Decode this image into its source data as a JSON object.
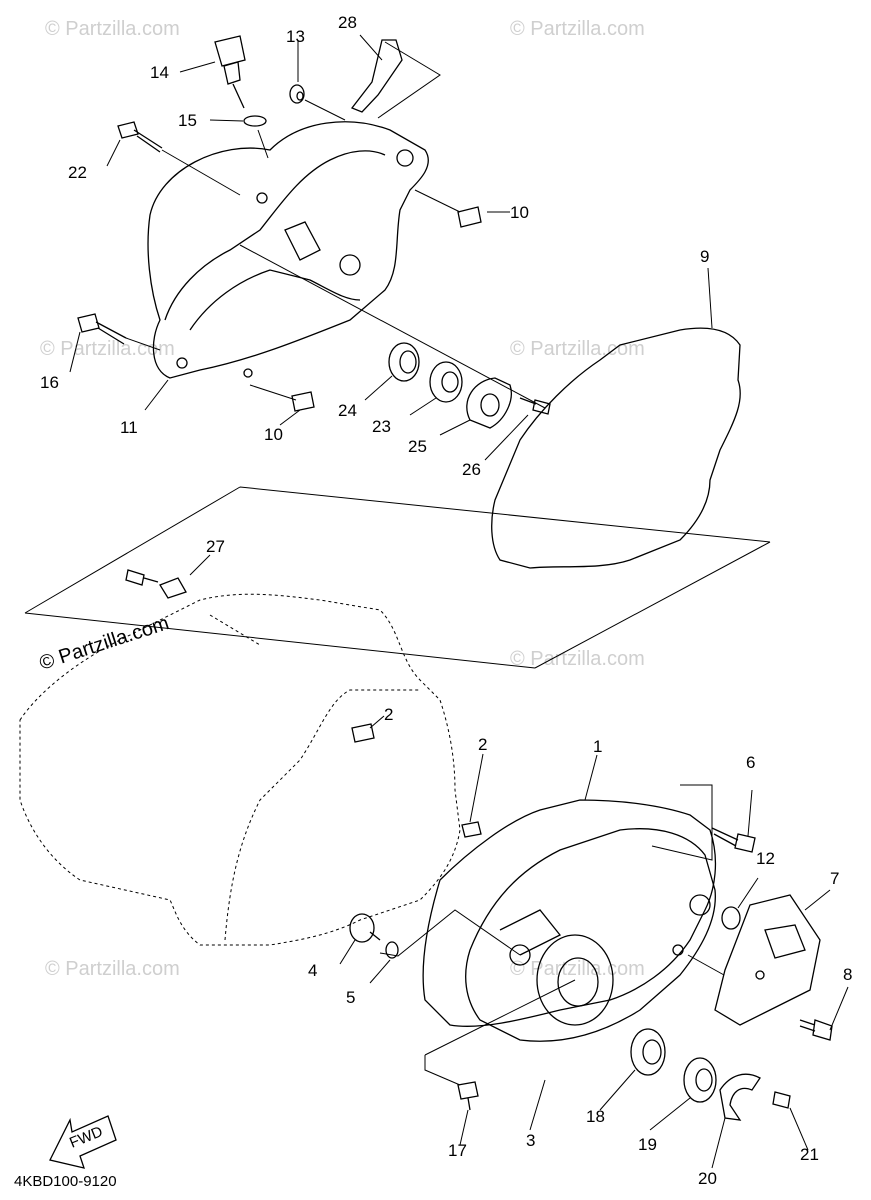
{
  "drawing_code": "4KBD100-9120",
  "fwd_label": "FWD",
  "watermarks": [
    "© Partzilla.com",
    "© Partzilla.com",
    "© Partzilla.com",
    "© Partzilla.com",
    "© Partzilla.com",
    "© Partzilla.com",
    "© Partzilla.com",
    "© Partzilla.com"
  ],
  "callouts": [
    "1",
    "2",
    "2",
    "3",
    "4",
    "5",
    "6",
    "7",
    "8",
    "9",
    "10",
    "10",
    "11",
    "12",
    "13",
    "14",
    "15",
    "16",
    "17",
    "18",
    "19",
    "20",
    "21",
    "22",
    "23",
    "24",
    "25",
    "26",
    "27",
    "28"
  ]
}
